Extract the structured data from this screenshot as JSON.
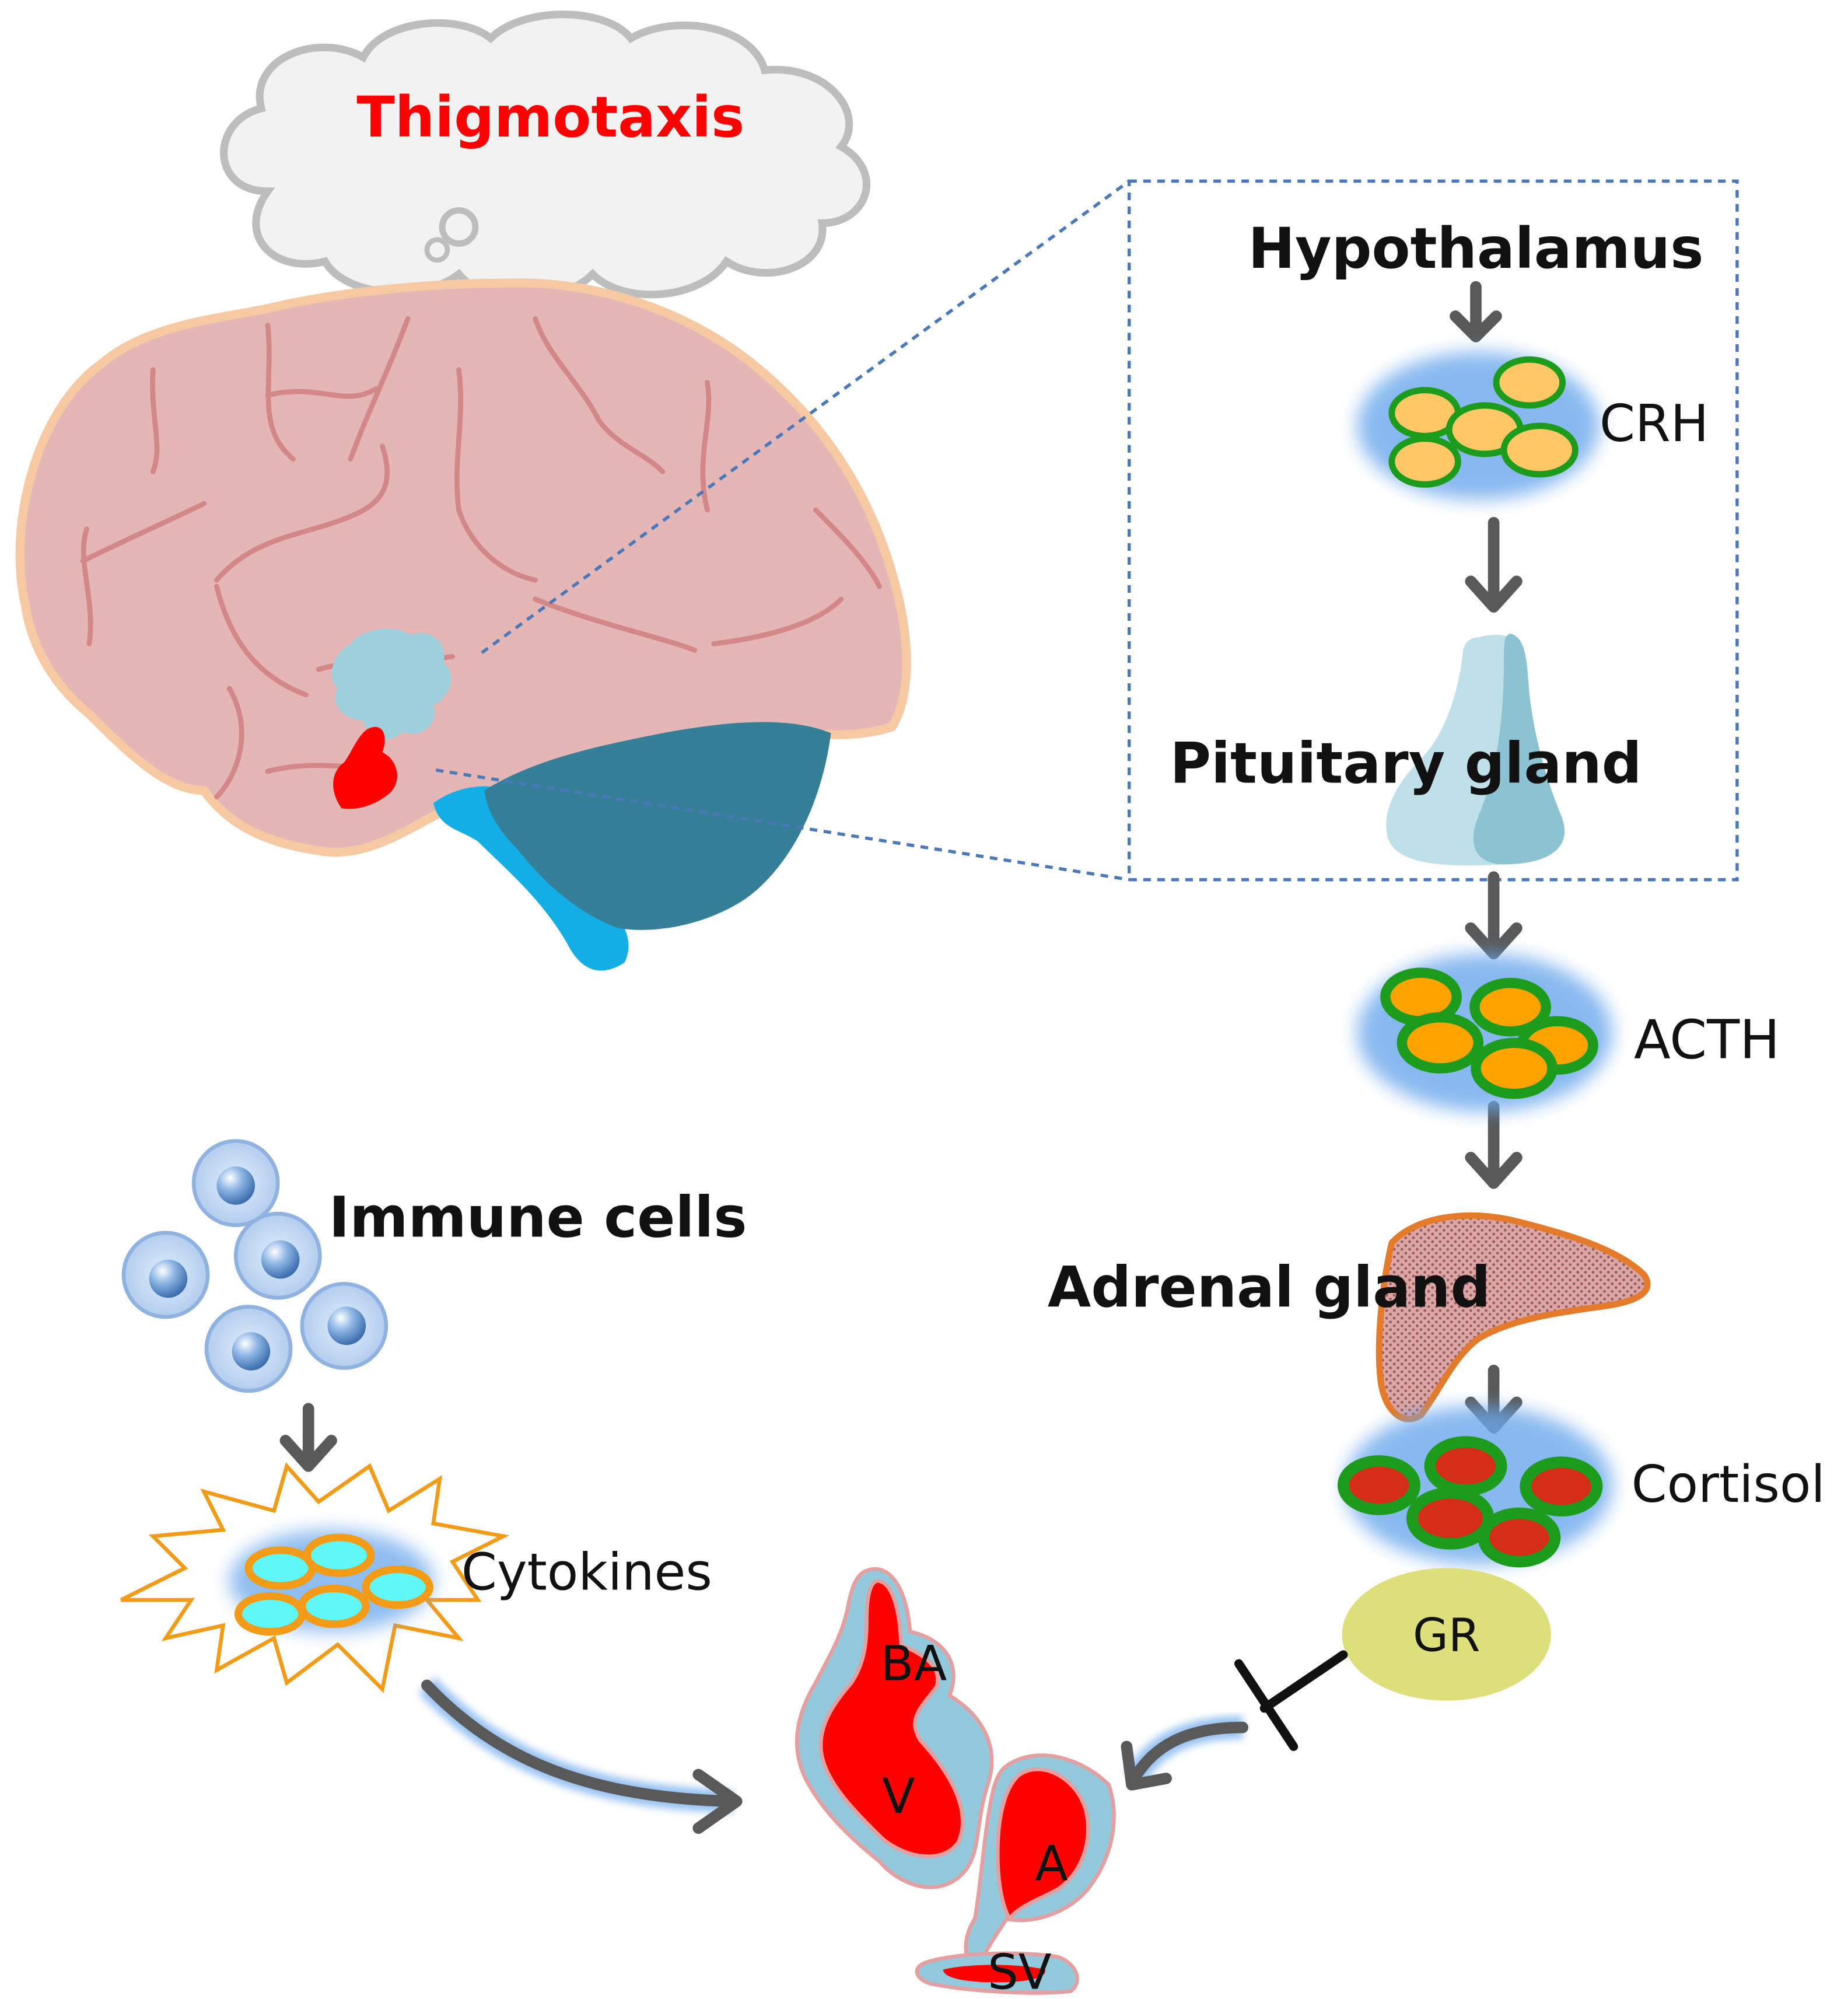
{
  "thought": {
    "text": "Thigmotaxis",
    "color": "#ff0000"
  },
  "pathway": {
    "hypothalamus": "Hypothalamus",
    "crh": "CRH",
    "pituitary": "Pituitary gland",
    "acth": "ACTH",
    "adrenal": "Adrenal gland",
    "cortisol": "Cortisol",
    "gr": "GR"
  },
  "immune": {
    "cells": "Immune cells",
    "cytokines": "Cytokines"
  },
  "heart": {
    "ba": "BA",
    "v": "V",
    "a": "A",
    "sv": "SV"
  },
  "colors": {
    "brain": "#e4b6b6",
    "brain_outline": "#f6c9a2",
    "cerebellum": "#357f99",
    "brainstem": "#13aee6",
    "hypothalamus_region": "#9dcfdd",
    "amygdala_region": "#ff0000",
    "arrow": "#595959",
    "dashed_box": "#4a78b8",
    "crh_fill": "#ffc765",
    "acth_fill": "#ffa300",
    "cortisol_fill": "#d42d18",
    "hormone_ring": "#1c9b1c",
    "gr_fill": "#dde07a",
    "cytokine_fill": "#5ff7f7",
    "cytokine_ring": "#f39b16",
    "heart_red": "#ff0000",
    "heart_blue": "#93c9dc"
  }
}
